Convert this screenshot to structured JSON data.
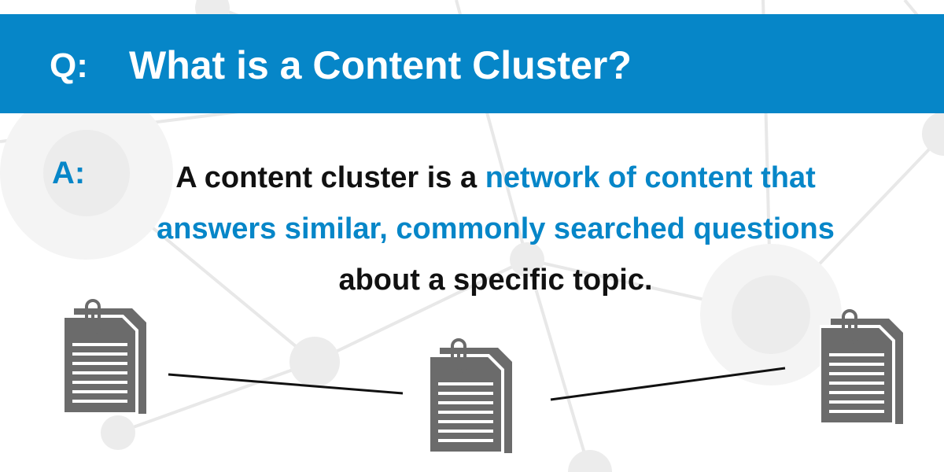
{
  "question": {
    "label": "Q:",
    "text": "What is a Content Cluster?"
  },
  "answer": {
    "label": "A:",
    "part1": "A content cluster is a ",
    "highlight_line1": "network of content that",
    "highlight_line2": "answers similar, commonly searched questions",
    "part2": "about a specific topic."
  },
  "colors": {
    "brand_blue": "#0686c8",
    "document_gray": "#6b6b6b",
    "network_gray": "#e6e6e6"
  },
  "icons": [
    "document-stack-icon",
    "document-stack-icon",
    "document-stack-icon"
  ]
}
